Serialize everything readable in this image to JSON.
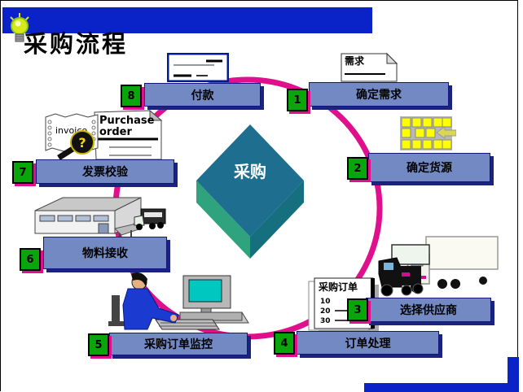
{
  "title": "采购流程",
  "center": {
    "label": "采购"
  },
  "steps": [
    {
      "num": "1",
      "label": "确定需求"
    },
    {
      "num": "2",
      "label": "确定货源"
    },
    {
      "num": "3",
      "label": "选择供应商"
    },
    {
      "num": "4",
      "label": "订单处理"
    },
    {
      "num": "5",
      "label": "采购订单监控"
    },
    {
      "num": "6",
      "label": "物料接收"
    },
    {
      "num": "7",
      "label": "发票校验"
    },
    {
      "num": "8",
      "label": "付款"
    }
  ],
  "icons": {
    "requirement_doc": {
      "label": "需求"
    },
    "po_doc": {
      "title": "采购订单",
      "lines": [
        "10",
        "20",
        "30"
      ]
    },
    "invoice_doc": {
      "label": "invoice"
    },
    "purchase_order_doc": {
      "line1": "Purchase",
      "line2": "order"
    },
    "magnifier": {
      "glyph": "?"
    }
  },
  "colors": {
    "accent_blue": "#0A23C8",
    "bar_fill": "#7289C4",
    "circle_magenta": "#E00F8C",
    "number_green": "#0AA50A",
    "diamond_top": "#1D6E8F",
    "diamond_left": "#2FA37E",
    "diamond_right": "#156F7E"
  }
}
